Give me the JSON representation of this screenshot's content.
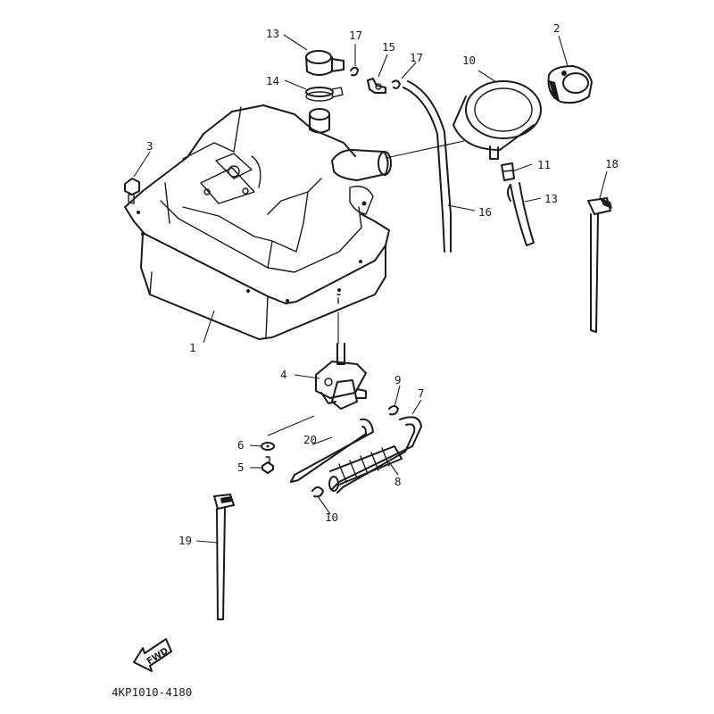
{
  "callouts": {
    "c1": "1",
    "c2": "2",
    "c3": "3",
    "c4": "4",
    "c5": "5",
    "c6": "6",
    "c7": "7",
    "c8": "8",
    "c9": "9",
    "c10a": "10",
    "c10b": "10",
    "c11": "11",
    "c13a": "13",
    "c13b": "13",
    "c14": "14",
    "c15": "15",
    "c16": "16",
    "c17a": "17",
    "c17b": "17",
    "c18": "18",
    "c19": "19",
    "c20": "20"
  },
  "fwd_label": "FWD",
  "diagram_code": "4KP1010-4180"
}
